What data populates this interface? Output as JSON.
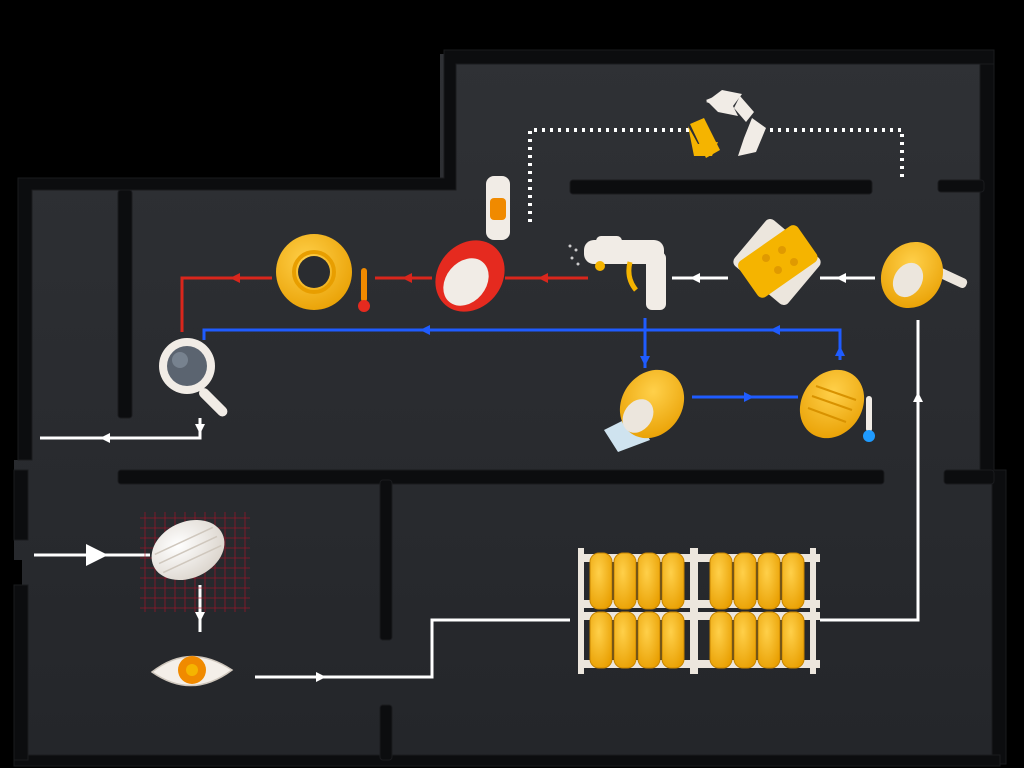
{
  "colors": {
    "background": "#000000",
    "floor": "#2a2c30",
    "wall": "#0d0e10",
    "flow_white": "#ffffff",
    "flow_hot": "#d9261c",
    "flow_cold": "#1f5cff",
    "tire_yellow": "#f5b400",
    "tire_white": "#f1ece6",
    "accent_orange": "#f08a00"
  },
  "stages": [
    {
      "name": "incoming-tire-scan",
      "icon": "tire-inspection-grid-icon"
    },
    {
      "name": "visual-inspection",
      "icon": "eye-icon"
    },
    {
      "name": "tire-storage-rack",
      "icon": "tire-rack-icon"
    },
    {
      "name": "tire-buffing",
      "icon": "tire-buffing-icon"
    },
    {
      "name": "tread-patching",
      "icon": "tread-patch-icon"
    },
    {
      "name": "spray-cement",
      "icon": "spray-gun-icon"
    },
    {
      "name": "hot-cure-tread-apply",
      "icon": "tread-roller-icon"
    },
    {
      "name": "hot-cure-finished",
      "icon": "hot-tire-icon"
    },
    {
      "name": "cold-cure-tread-wrap",
      "icon": "tread-wrap-icon"
    },
    {
      "name": "cold-cure-finished",
      "icon": "cold-tire-icon"
    },
    {
      "name": "final-inspection",
      "icon": "magnifier-icon"
    },
    {
      "name": "recycling",
      "icon": "recycle-icon"
    }
  ]
}
